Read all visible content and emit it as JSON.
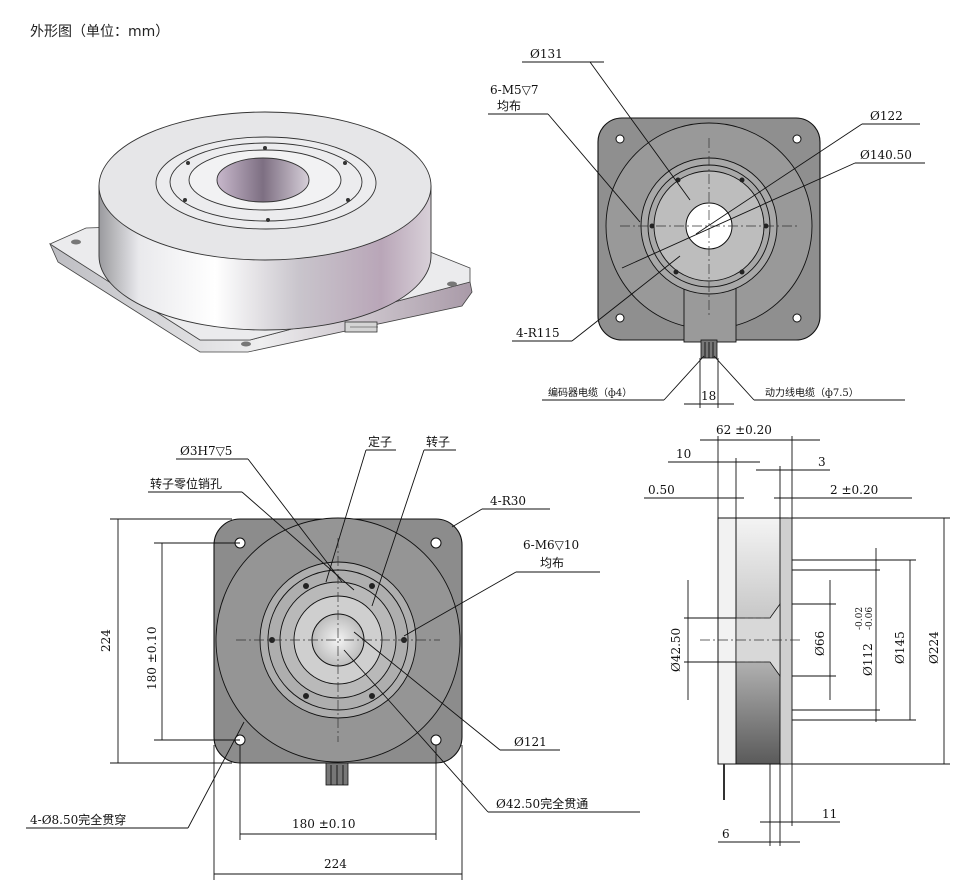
{
  "page_title": "外形图（单位：mm）",
  "top_view": {
    "dia_131": "Ø131",
    "mount_holes": "6-M5▽7",
    "mount_holes_2": "均布",
    "dia_122": "Ø122",
    "dia_140": "Ø140.50",
    "corner_radius": "4-R115",
    "cable_width": "18",
    "encoder_cable": "编码器电缆（ф4）",
    "power_cable": "动力线电缆（ф7.5）"
  },
  "front_view": {
    "pin_hole": "Ø3H7▽5",
    "stator": "定子",
    "rotor": "转子",
    "zero_pin": "转子零位销孔",
    "corner_r30": "4-R30",
    "m6_holes": "6-M6▽10",
    "m6_holes_2": "均布",
    "height_224": "224",
    "height_180": "180 ±0.10",
    "dia_121": "Ø121",
    "dia_42_through": "Ø42.50完全贯通",
    "holes_8_5": "4-Ø8.50完全贯穿",
    "width_180": "180 ±0.10",
    "width_224": "224"
  },
  "side_view": {
    "dim_62": "62 ±0.20",
    "dim_10": "10",
    "dim_3": "3",
    "dim_050": "0.50",
    "dim_2": "2 ±0.20",
    "dia_42_5": "Ø42.50",
    "dia_66": "Ø66",
    "dia_112": "Ø112",
    "tol_upper": "-0.02",
    "tol_lower": "-0.06",
    "dia_145": "Ø145",
    "dia_224": "Ø224",
    "dim_6": "6",
    "dim_11": "11"
  }
}
